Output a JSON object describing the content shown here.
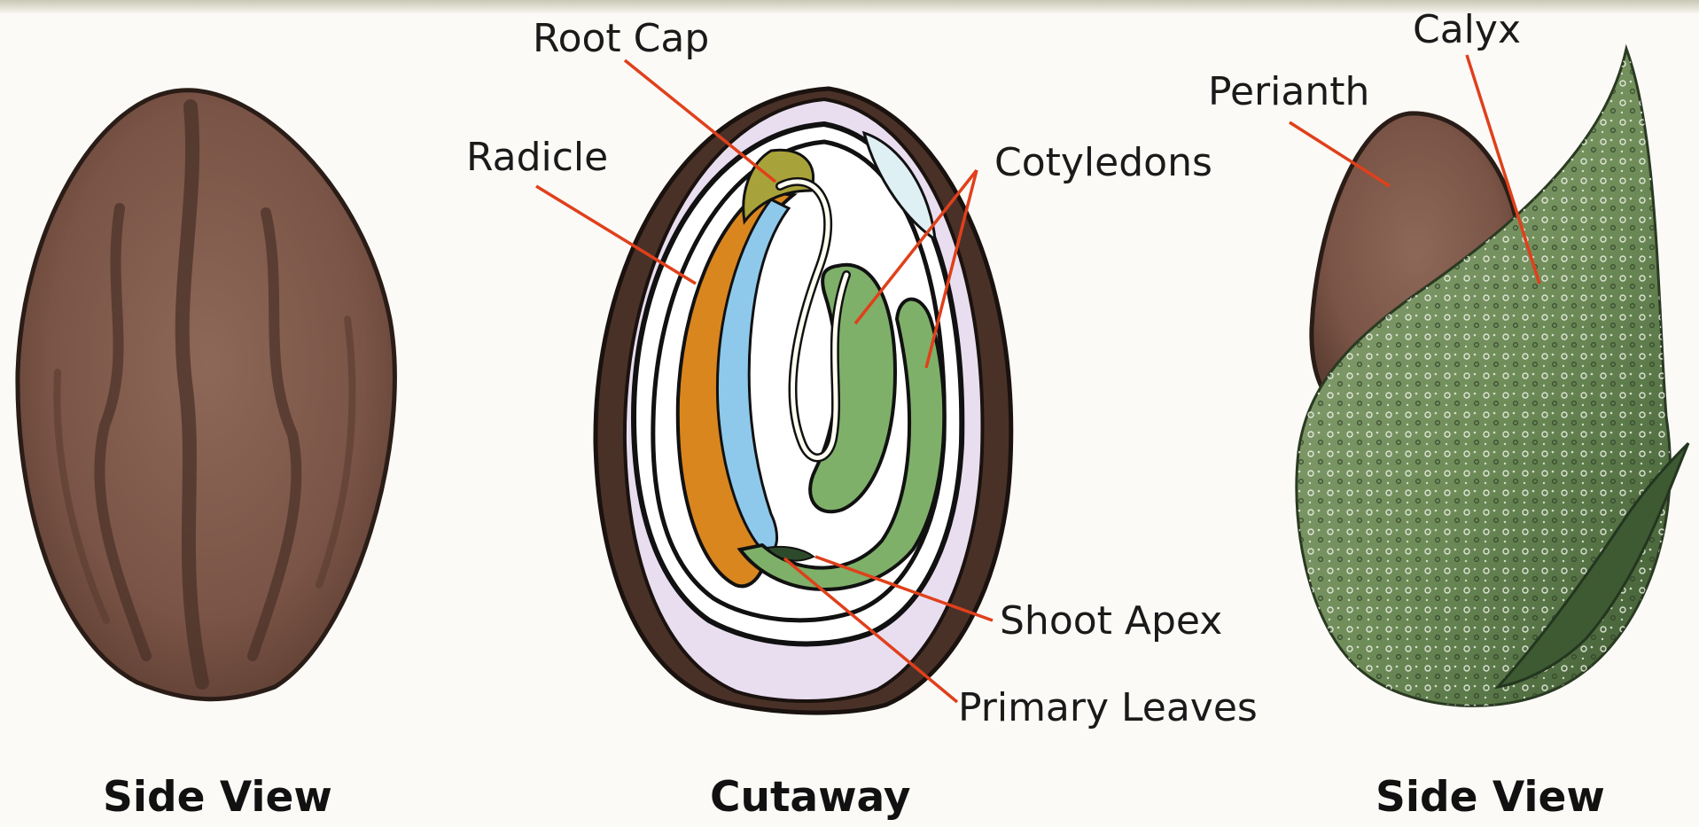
{
  "labels": {
    "root_cap": "Root Cap",
    "radicle": "Radicle",
    "cotyledons": "Cotyledons",
    "shoot_apex": "Shoot Apex",
    "primary_leaves": "Primary Leaves",
    "perianth": "Perianth",
    "calyx": "Calyx"
  },
  "captions": {
    "left": "Side View",
    "middle": "Cutaway",
    "right": "Side View"
  },
  "colors": {
    "shell_brown": "#7a5446",
    "shell_dark": "#3a2820",
    "radicle_orange": "#d9861f",
    "blue_tissue": "#8ec9ec",
    "cotyledon_green": "#7fb069",
    "endosperm_lavender": "#e9def0",
    "calyx_green": "#6e8c58",
    "leader_red": "#e0401b"
  }
}
